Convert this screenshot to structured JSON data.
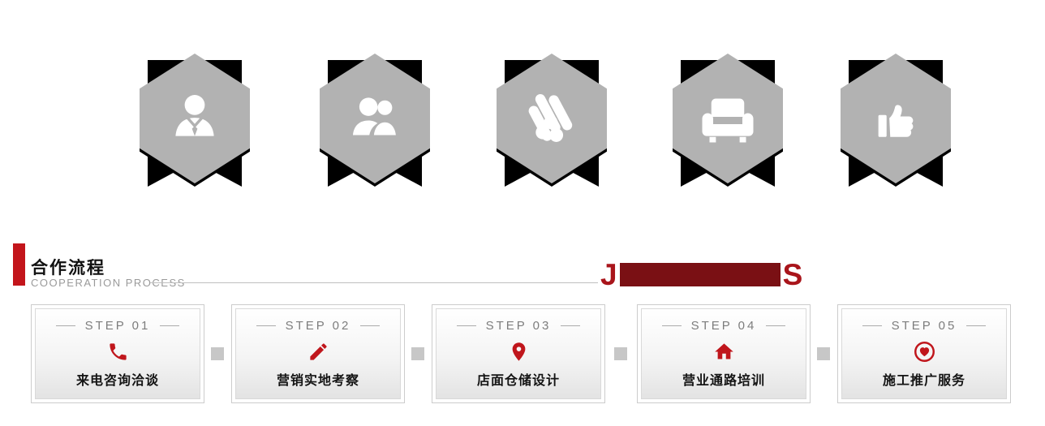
{
  "badges": [
    {
      "icon": "businessman-icon"
    },
    {
      "icon": "customer-group-icon"
    },
    {
      "icon": "wood-logs-icon"
    },
    {
      "icon": "armchair-icon"
    },
    {
      "icon": "thumbs-up-icon"
    }
  ],
  "section_title": {
    "zh": "合作流程",
    "en": "COOPERATION PROCESS",
    "right_prefix": "J",
    "right_suffix": "S"
  },
  "steps": [
    {
      "num": "STEP 01",
      "label": "来电咨询洽谈",
      "icon": "phone-icon"
    },
    {
      "num": "STEP 02",
      "label": "营销实地考察",
      "icon": "pencil-icon"
    },
    {
      "num": "STEP 03",
      "label": "店面仓储设计",
      "icon": "location-pin-icon"
    },
    {
      "num": "STEP 04",
      "label": "营业通路培训",
      "icon": "home-icon"
    },
    {
      "num": "STEP 05",
      "label": "施工推广服务",
      "icon": "heart-icon"
    }
  ],
  "colors": {
    "accent_red": "#c3151b",
    "title_red": "#a9151b",
    "title_dark_red": "#7a1014",
    "hex_gray": "#b2b2b2",
    "ribbon_black": "#000000"
  }
}
